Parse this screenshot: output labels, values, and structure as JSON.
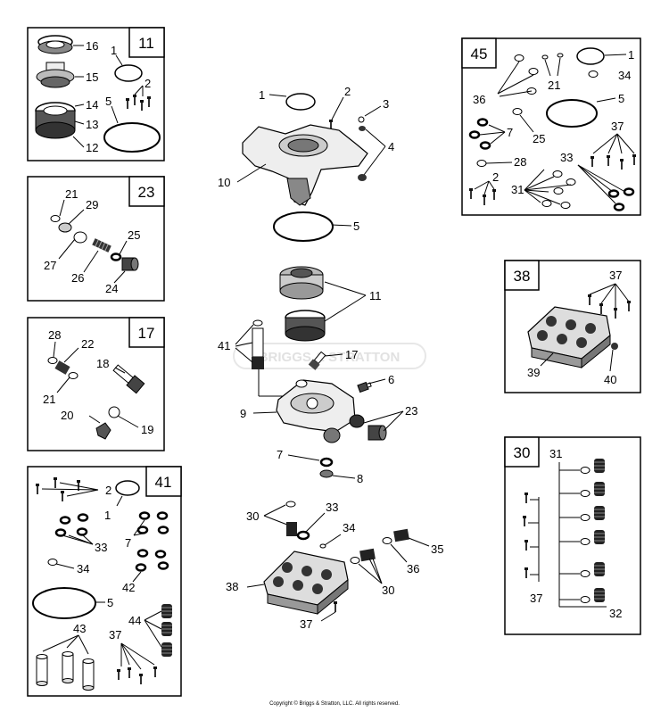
{
  "panels": [
    {
      "id": "p11",
      "num": "11",
      "labels": [
        "16",
        "15",
        "14",
        "13",
        "12",
        "1",
        "2",
        "5"
      ]
    },
    {
      "id": "p23",
      "num": "23",
      "labels": [
        "21",
        "29",
        "25",
        "27",
        "26",
        "24"
      ]
    },
    {
      "id": "p17",
      "num": "17",
      "labels": [
        "28",
        "22",
        "18",
        "21",
        "20",
        "19"
      ]
    },
    {
      "id": "p41",
      "num": "41",
      "labels": [
        "2",
        "1",
        "33",
        "7",
        "34",
        "42",
        "5",
        "44",
        "43",
        "37"
      ]
    },
    {
      "id": "p45",
      "num": "45",
      "labels": [
        "1",
        "34",
        "21",
        "36",
        "5",
        "7",
        "25",
        "37",
        "28",
        "33",
        "2",
        "31"
      ]
    },
    {
      "id": "p38",
      "num": "38",
      "labels": [
        "37",
        "39",
        "40"
      ]
    },
    {
      "id": "p30",
      "num": "30",
      "labels": [
        "31",
        "37",
        "32"
      ]
    }
  ],
  "main": {
    "labels": [
      "1",
      "2",
      "3",
      "4",
      "10",
      "5",
      "11",
      "41",
      "17",
      "6",
      "9",
      "23",
      "7",
      "8",
      "30",
      "33",
      "34",
      "35",
      "36",
      "30",
      "38",
      "37"
    ]
  },
  "watermark": "BRIGGS & STRATTON",
  "copyright": "Copyright © Briggs & Stratton, LLC. All rights reserved."
}
